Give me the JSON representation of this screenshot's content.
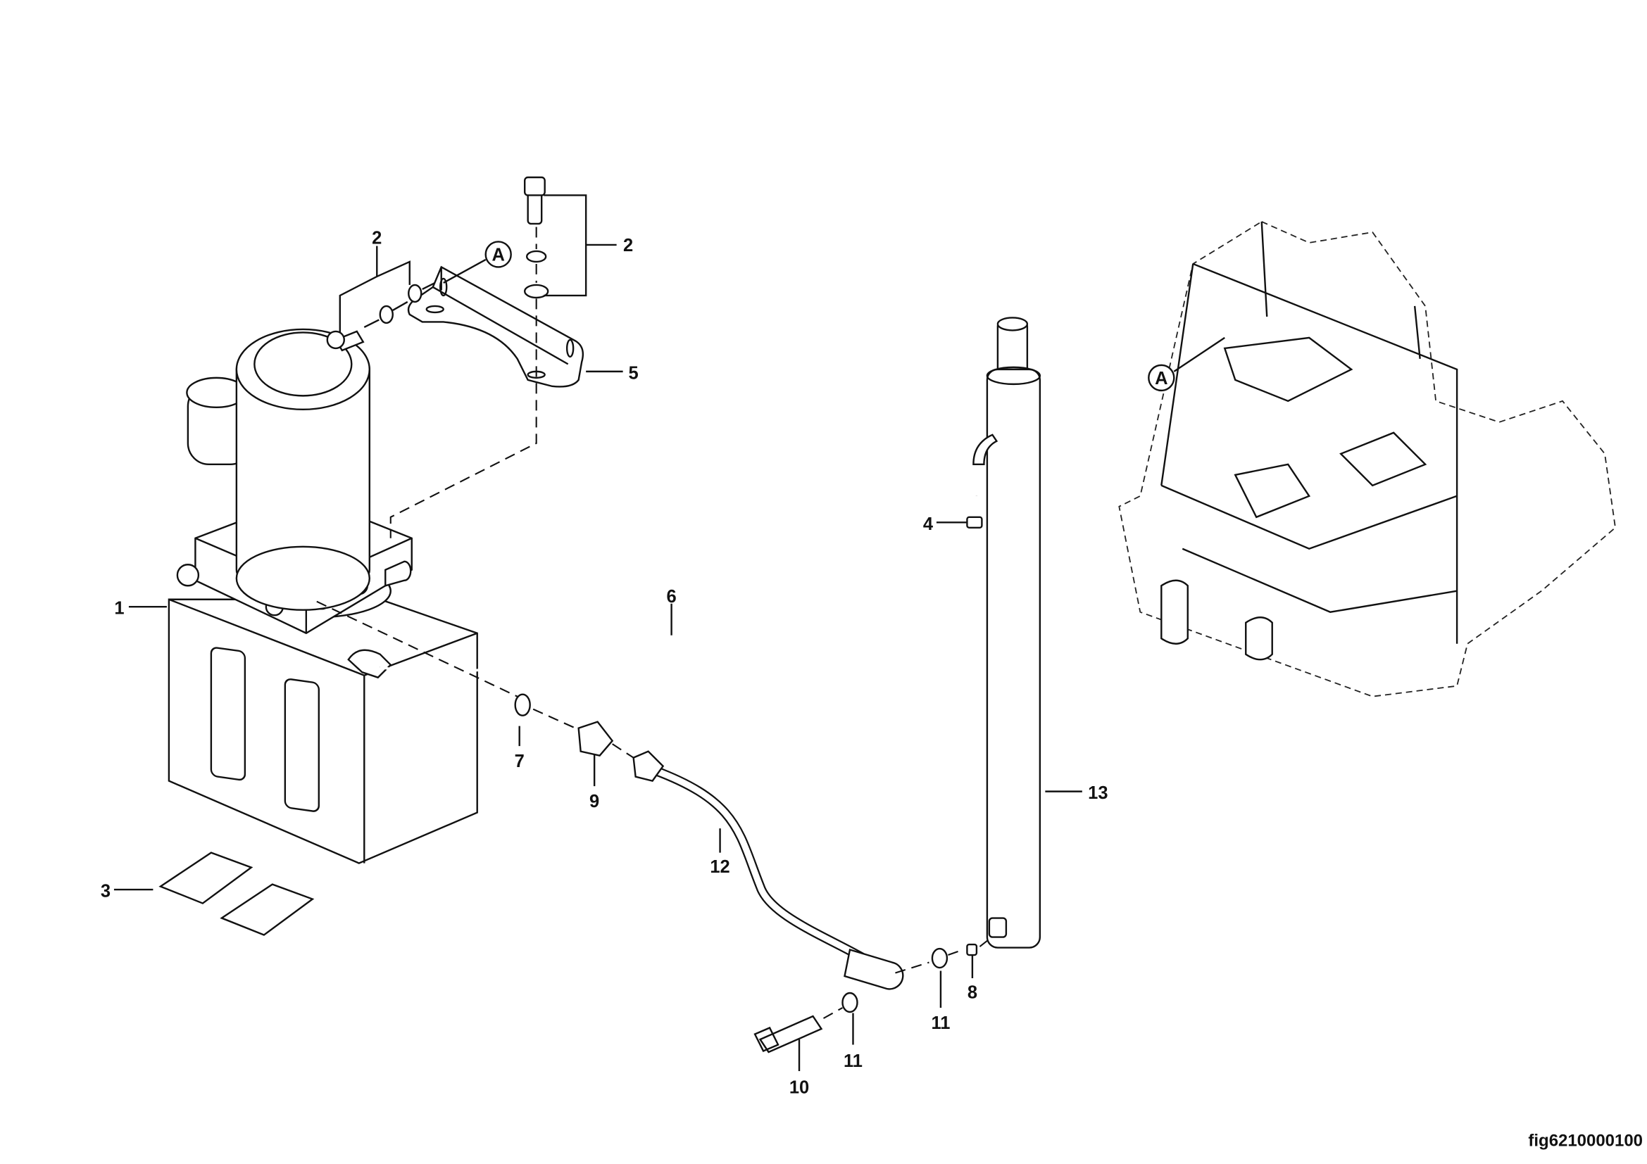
{
  "diagram": {
    "figure_id": "fig6210000100",
    "detail_marker": "A",
    "callouts": {
      "c1": "1",
      "c2a": "2",
      "c2b": "2",
      "c3": "3",
      "c4": "4",
      "c5": "5",
      "c6": "6",
      "c7": "7",
      "c8": "8",
      "c9": "9",
      "c10": "10",
      "c11a": "11",
      "c11b": "11",
      "c12": "12",
      "c13": "13"
    }
  }
}
